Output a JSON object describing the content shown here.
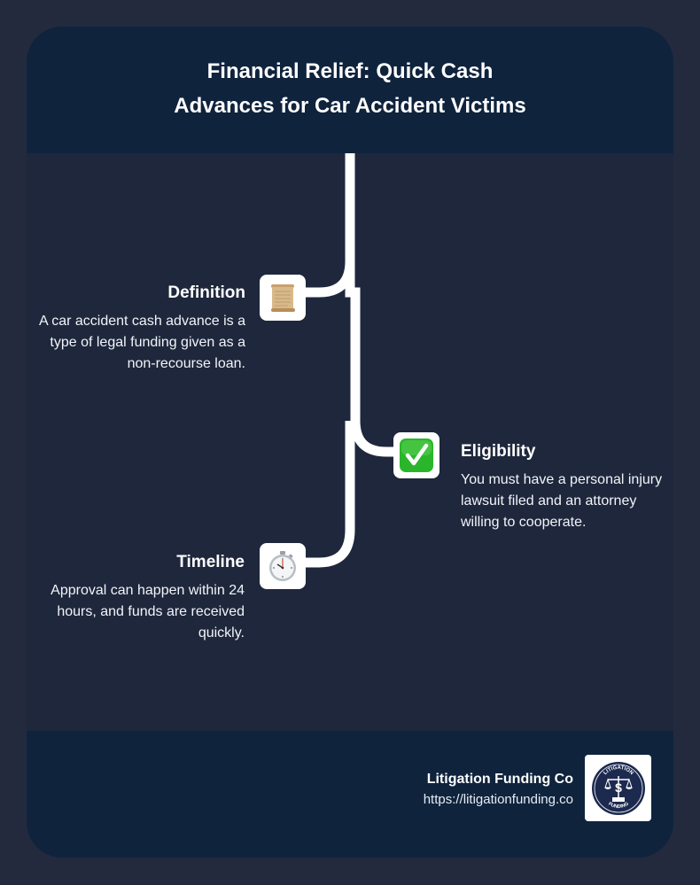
{
  "header": {
    "title": "Financial Relief: Quick Cash Advances for Car Accident Victims"
  },
  "timeline": {
    "items": [
      {
        "title": "Definition",
        "description": "A car accident cash advance is a type of legal funding given as a non-recourse loan.",
        "icon": "scroll-icon",
        "side": "left"
      },
      {
        "title": "Eligibility",
        "description": "You must have a personal injury lawsuit filed and an attorney willing to cooperate.",
        "icon": "check-mark-icon",
        "side": "right"
      },
      {
        "title": "Timeline",
        "description": "Approval can happen within 24 hours, and funds are received quickly.",
        "icon": "stopwatch-icon",
        "side": "left"
      }
    ]
  },
  "footer": {
    "brand_name": "Litigation Funding Co",
    "brand_url": "https://litigationfunding.co",
    "logo_top_text": "LITIGATION",
    "logo_bottom_text": "FUNDING"
  },
  "colors": {
    "page_bg": "#232a3e",
    "panel_bg": "#0f233d",
    "body_bg": "#1e273c",
    "line": "#ffffff",
    "check_green": "#2bb52b"
  }
}
